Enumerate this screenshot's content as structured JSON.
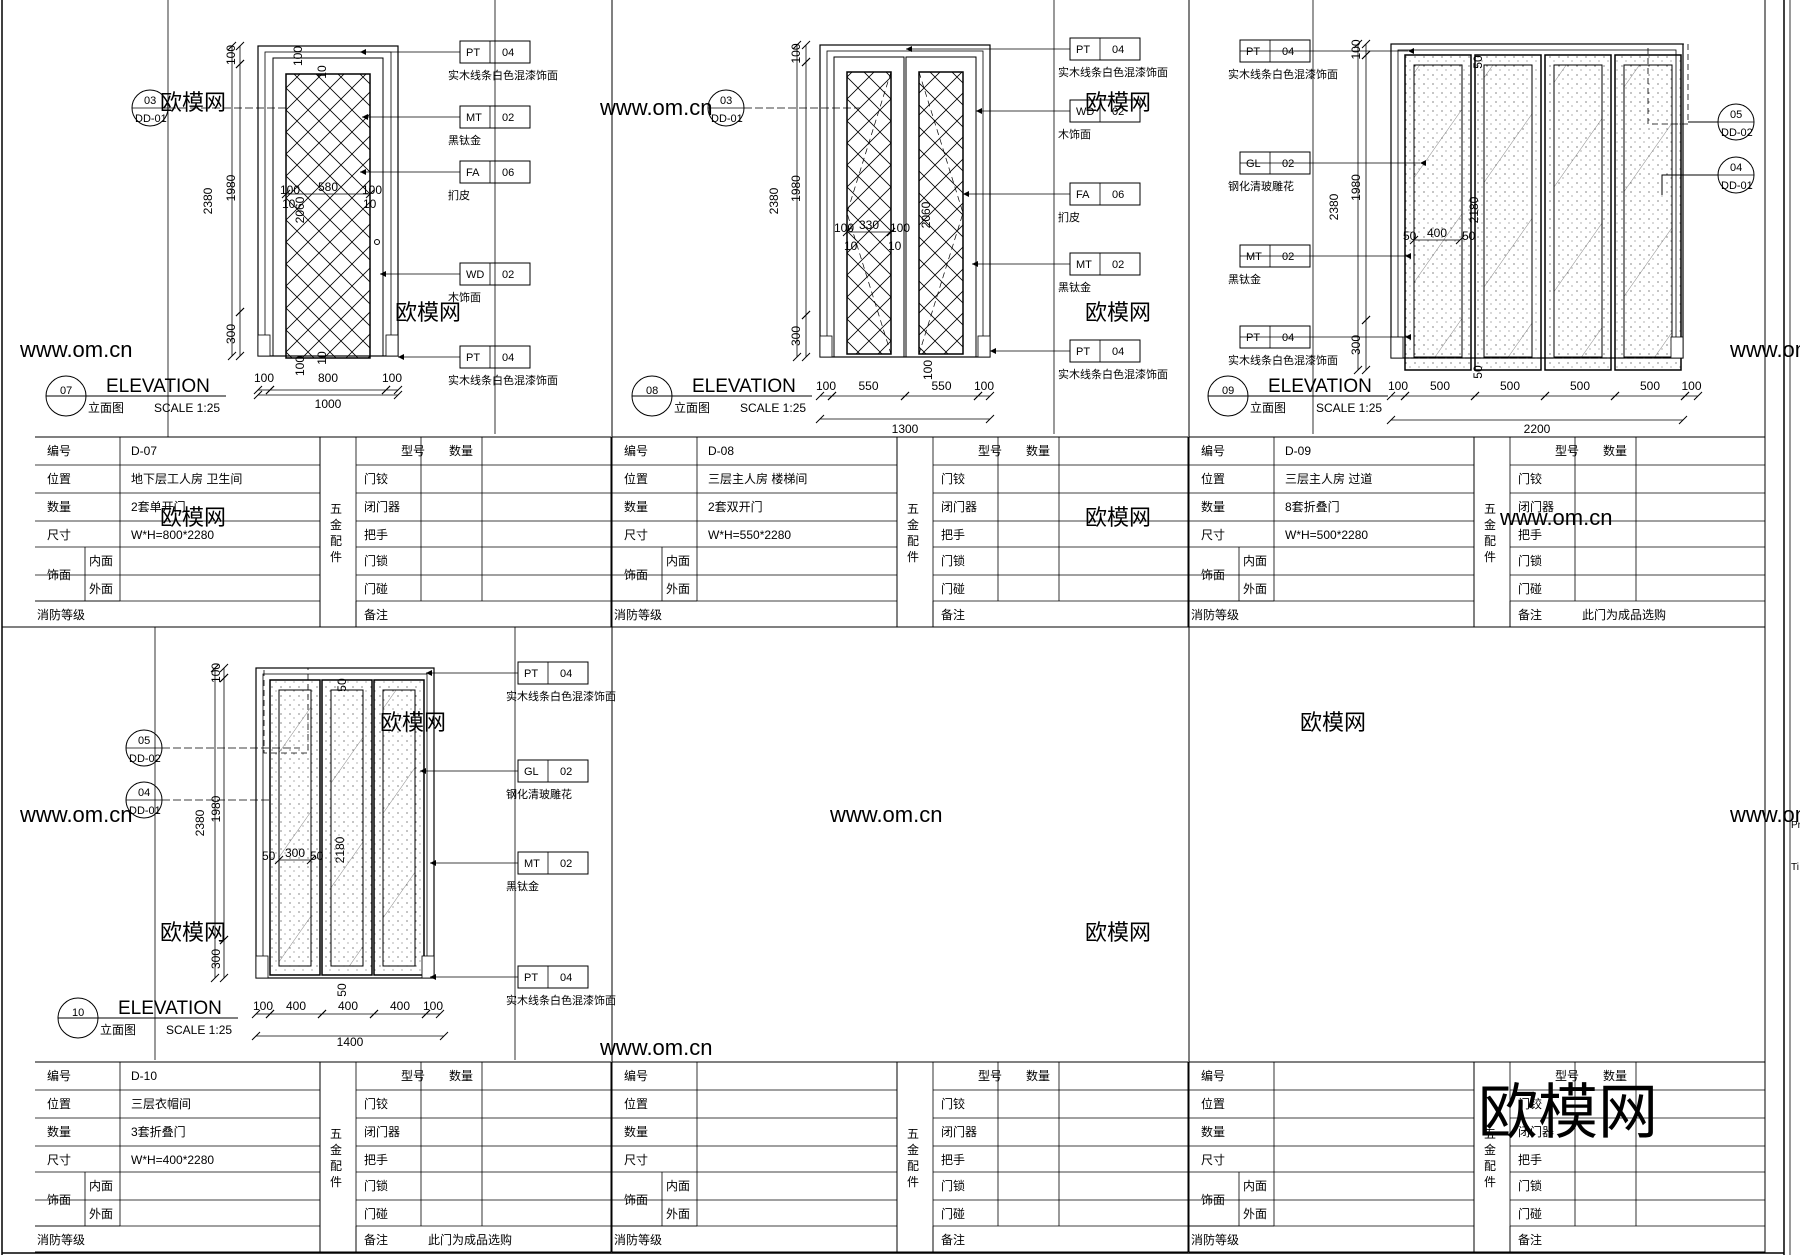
{
  "logo_text": "欧模网",
  "watermarks": [
    "欧模网",
    "www.om.cn"
  ],
  "elevation_title": "ELEVATION",
  "elevation_cn": "立面图",
  "scale": "SCALE  1:25",
  "table_labels": {
    "code": "编号",
    "location": "位置",
    "quantity": "数量",
    "size": "尺寸",
    "finish": "饰面",
    "inner": "内面",
    "outer": "外面",
    "fire": "消防等级",
    "model": "型号",
    "count": "数量",
    "hardware": [
      "五",
      "金",
      "配",
      "件"
    ],
    "hinge": "门铰",
    "closer": "闭门器",
    "handle": "把手",
    "lock": "门锁",
    "stop": "门碰",
    "remark": "备注"
  },
  "panels": [
    {
      "no": "07",
      "section_ref": {
        "num": "03",
        "sheet": "DD-01"
      },
      "dims": {
        "total_h": "2380",
        "leaf_h": "1980",
        "top": "100",
        "bottom": "300",
        "width": "1000",
        "leaf_w": "800",
        "frame": "100",
        "inner_w": "580",
        "inner_h": "2060",
        "margin": "10",
        "glass_w": "",
        "glass_h": ""
      },
      "tags": [
        {
          "code": "PT",
          "num": "04",
          "desc": "实木线条白色混漆饰面"
        },
        {
          "code": "MT",
          "num": "02",
          "desc": "黑钛金"
        },
        {
          "code": "FA",
          "num": "06",
          "desc": "扪皮"
        },
        {
          "code": "WD",
          "num": "02",
          "desc": "木饰面"
        },
        {
          "code": "PT",
          "num": "04",
          "desc": "实木线条白色混漆饰面"
        }
      ],
      "table": {
        "code": "D-07",
        "location": "地下层工人房 卫生间",
        "quantity": "2套单开门",
        "size": "W*H=800*2280",
        "remark": "",
        "model_hdr": "型号"
      }
    },
    {
      "no": "08",
      "section_ref": {
        "num": "03",
        "sheet": "DD-01"
      },
      "dims": {
        "total_h": "2380",
        "leaf_h": "1980",
        "top": "100",
        "bottom": "300",
        "width": "1300",
        "leaf_w": "550",
        "frame": "100",
        "inner_w": "330",
        "inner_h": "2060",
        "margin": "10",
        "glass_w": "",
        "glass_h": ""
      },
      "tags": [
        {
          "code": "PT",
          "num": "04",
          "desc": "实木线条白色混漆饰面"
        },
        {
          "code": "WD",
          "num": "02",
          "desc": "木饰面"
        },
        {
          "code": "FA",
          "num": "06",
          "desc": "扪皮"
        },
        {
          "code": "MT",
          "num": "02",
          "desc": "黑钛金"
        },
        {
          "code": "PT",
          "num": "04",
          "desc": "实木线条白色混漆饰面"
        }
      ],
      "table": {
        "code": "D-08",
        "location": "三层主人房 楼梯间",
        "quantity": "2套双开门",
        "size": "W*H=550*2280",
        "remark": "",
        "model_hdr": "型号"
      }
    },
    {
      "no": "09",
      "section_refs": [
        {
          "num": "05",
          "sheet": "DD-02"
        },
        {
          "num": "04",
          "sheet": "DD-01"
        }
      ],
      "dims": {
        "total_h": "2380",
        "leaf_h": "1980",
        "top": "100",
        "bottom": "300",
        "width": "2200",
        "leaf_w": "500",
        "frame": "100",
        "inner_w": "400",
        "inner_h": "2180",
        "margin": "50",
        "glass_w": "",
        "glass_h": ""
      },
      "tags": [
        {
          "code": "PT",
          "num": "04",
          "desc": "实木线条白色混漆饰面"
        },
        {
          "code": "GL",
          "num": "02",
          "desc": "钢化清玻雕花"
        },
        {
          "code": "MT",
          "num": "02",
          "desc": "黑钛金"
        },
        {
          "code": "PT",
          "num": "04",
          "desc": "实木线条白色混漆饰面"
        }
      ],
      "table": {
        "code": "D-09",
        "location": "三层主人房 过道",
        "quantity": "8套折叠门",
        "size": "W*H=500*2280",
        "remark": "此门为成品选购",
        "model_hdr": "型号"
      }
    },
    {
      "no": "10",
      "section_refs": [
        {
          "num": "05",
          "sheet": "DD-02"
        },
        {
          "num": "04",
          "sheet": "DD-01"
        }
      ],
      "dims": {
        "total_h": "2380",
        "leaf_h": "1980",
        "top": "100",
        "bottom": "300",
        "width": "1400",
        "leaf_w": "400",
        "frame": "100",
        "inner_w": "300",
        "inner_h": "2180",
        "margin": "50",
        "glass_w": "",
        "glass_h": ""
      },
      "tags": [
        {
          "code": "PT",
          "num": "04",
          "desc": "实木线条白色混漆饰面"
        },
        {
          "code": "GL",
          "num": "02",
          "desc": "钢化清玻雕花"
        },
        {
          "code": "MT",
          "num": "02",
          "desc": "黑钛金"
        },
        {
          "code": "PT",
          "num": "04",
          "desc": "实木线条白色混漆饰面"
        }
      ],
      "table": {
        "code": "D-10",
        "location": "三层衣帽间",
        "quantity": "3套折叠门",
        "size": "W*H=400*2280",
        "remark": "此门为成品选购",
        "model_hdr": "型号"
      }
    }
  ],
  "empty_table_remark": "",
  "sidebar_text": [
    "Pr",
    "Ti"
  ]
}
